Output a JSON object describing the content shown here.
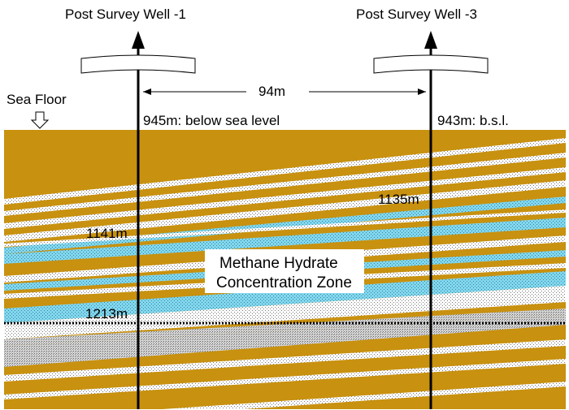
{
  "wells": [
    {
      "name": "Post Survey Well -1",
      "depth_label": "945m: below sea level"
    },
    {
      "name": "Post Survey Well -3",
      "depth_label": "943m: b.s.l."
    }
  ],
  "distance_label": "94m",
  "sea_floor_label": "Sea Floor",
  "depth_markers": [
    "1135m",
    "1141m",
    "1213m"
  ],
  "zone_label_line1": "Methane Hydrate",
  "zone_label_line2": "Concentration Zone",
  "colors": {
    "sediment": "#C8910F",
    "hydrate": "#7FD8F0",
    "sand": "#FFFFFF",
    "stipple": "#6E6E6E"
  }
}
